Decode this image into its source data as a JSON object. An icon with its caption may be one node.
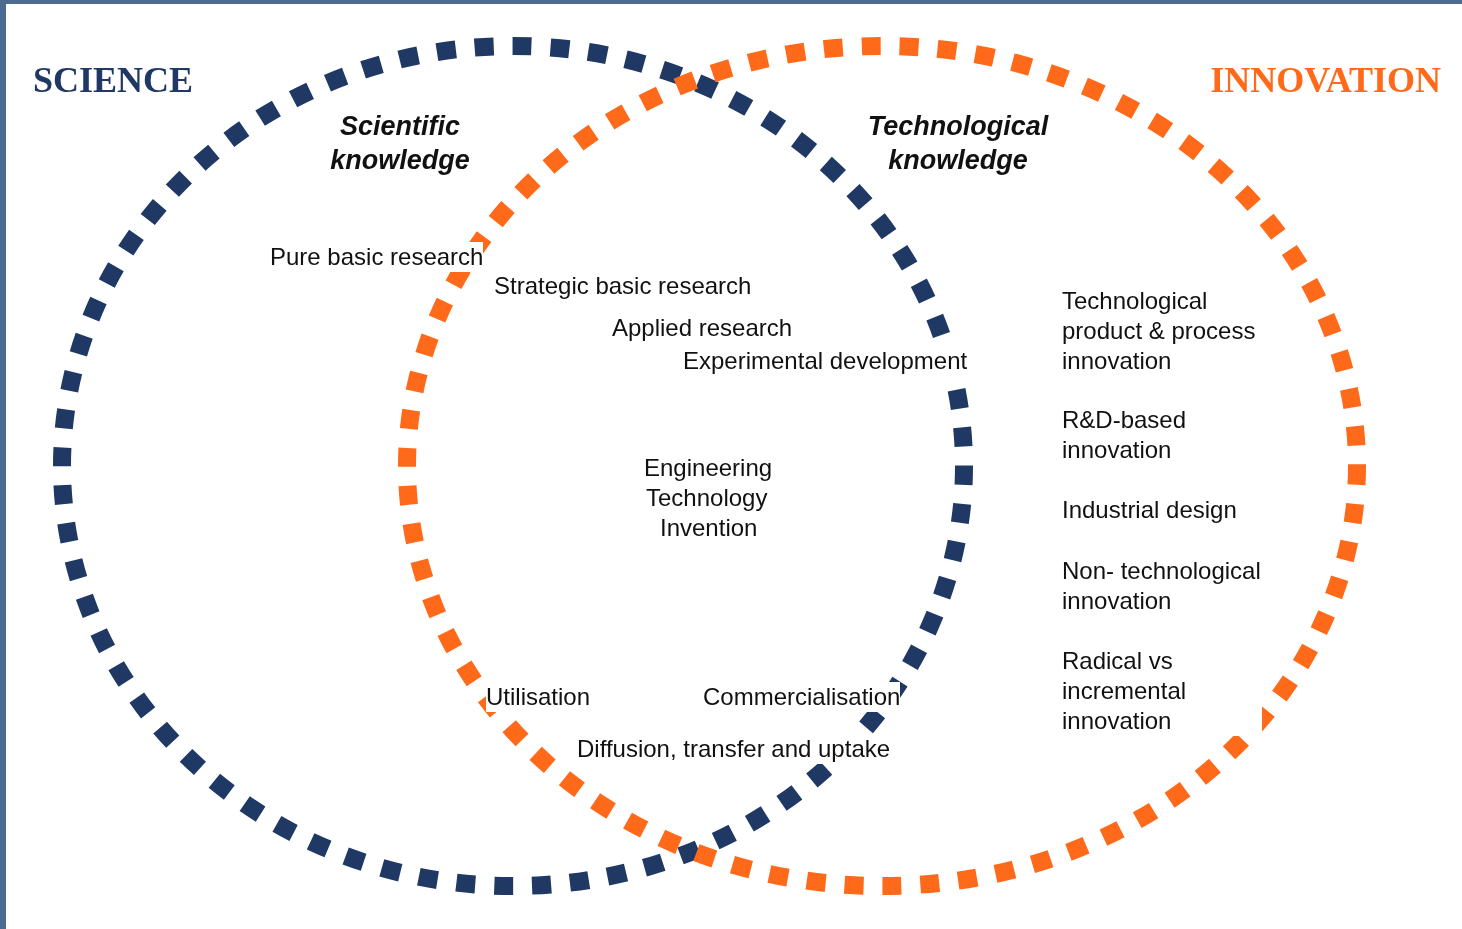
{
  "diagram": {
    "nodes": [
      {
        "text": [
          "SCIENCE",
          "Scientific knowledge"
        ]
      },
      {
        "text": [
          "INNOVATION",
          "Technological knowledge"
        ]
      }
    ],
    "edges": [],
    "labels": [
      "Pure basic research",
      "Strategic basic research",
      "Applied research",
      "Experimental development",
      "Engineering",
      "Technology",
      "Invention",
      "Utilisation",
      "Commercialisation",
      "Diffusion, transfer and uptake",
      "Technological product & process innovation",
      "R&D-based innovation",
      "Industrial design",
      "Non- technological innovation",
      "Radical vs incremental innovation"
    ]
  }
}
